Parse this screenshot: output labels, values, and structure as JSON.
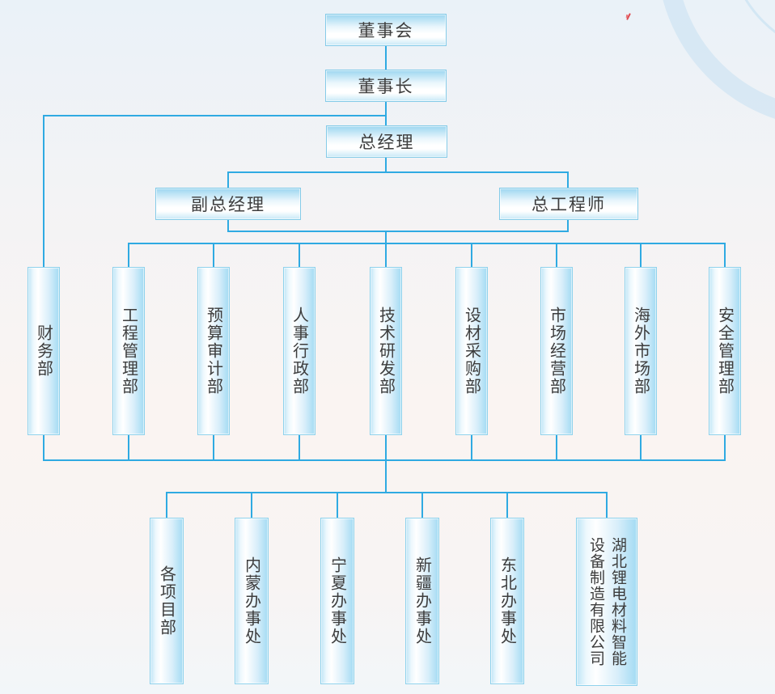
{
  "org_chart": {
    "type": "org-tree",
    "levels": {
      "board": {
        "label": "董事会"
      },
      "chairman": {
        "label": "董事长"
      },
      "general_manager": {
        "label": "总经理"
      },
      "deputy_general_manager": {
        "label": "副总经理"
      },
      "chief_engineer": {
        "label": "总工程师"
      }
    },
    "departments": [
      {
        "label": "财务部"
      },
      {
        "label": "工程管理部"
      },
      {
        "label": "预算审计部"
      },
      {
        "label": "人事行政部"
      },
      {
        "label": "技术研发部"
      },
      {
        "label": "设材采购部"
      },
      {
        "label": "市场经营部"
      },
      {
        "label": "海外市场部"
      },
      {
        "label": "安全管理部"
      }
    ],
    "branches": [
      {
        "label": "各项目部",
        "lines": [
          "各项目部"
        ]
      },
      {
        "label": "内蒙办事处",
        "lines": [
          "内蒙办事处"
        ]
      },
      {
        "label": "宁夏办事处",
        "lines": [
          "宁夏办事处"
        ]
      },
      {
        "label": "新疆办事处",
        "lines": [
          "新疆办事处"
        ]
      },
      {
        "label": "东北办事处",
        "lines": [
          "东北办事处"
        ]
      },
      {
        "label": "湖北锂电材料智能设备制造有限公司",
        "lines": [
          "湖北锂电材料智能",
          "设备制造有限公司"
        ]
      }
    ],
    "colors": {
      "connector": "#2FAAE2",
      "box_border": "#8FD2EC",
      "box_fill_blue": "#9FD8F2",
      "text": "#3D3D3D",
      "decor_arc": "#D9EAF5",
      "decor_mark": "#DE4A50"
    }
  }
}
